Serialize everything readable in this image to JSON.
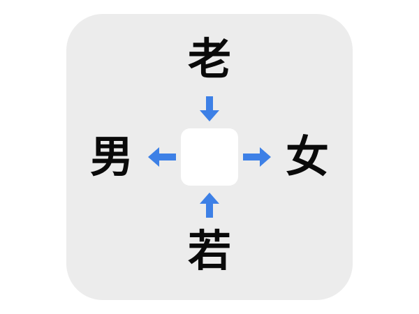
{
  "puzzle": {
    "type": "kanji-crossword",
    "answer_cell": "",
    "clues": {
      "top": "老",
      "left": "男",
      "right": "女",
      "bottom": "若"
    },
    "arrows": {
      "top": "arrow-down-icon",
      "left": "arrow-left-icon",
      "right": "arrow-right-icon",
      "bottom": "arrow-up-icon"
    }
  },
  "colors": {
    "panel": "#ececec",
    "center_box": "#ffffff",
    "arrow": "#3d80e6",
    "text": "#0a0a0a",
    "background": "#ffffff"
  }
}
